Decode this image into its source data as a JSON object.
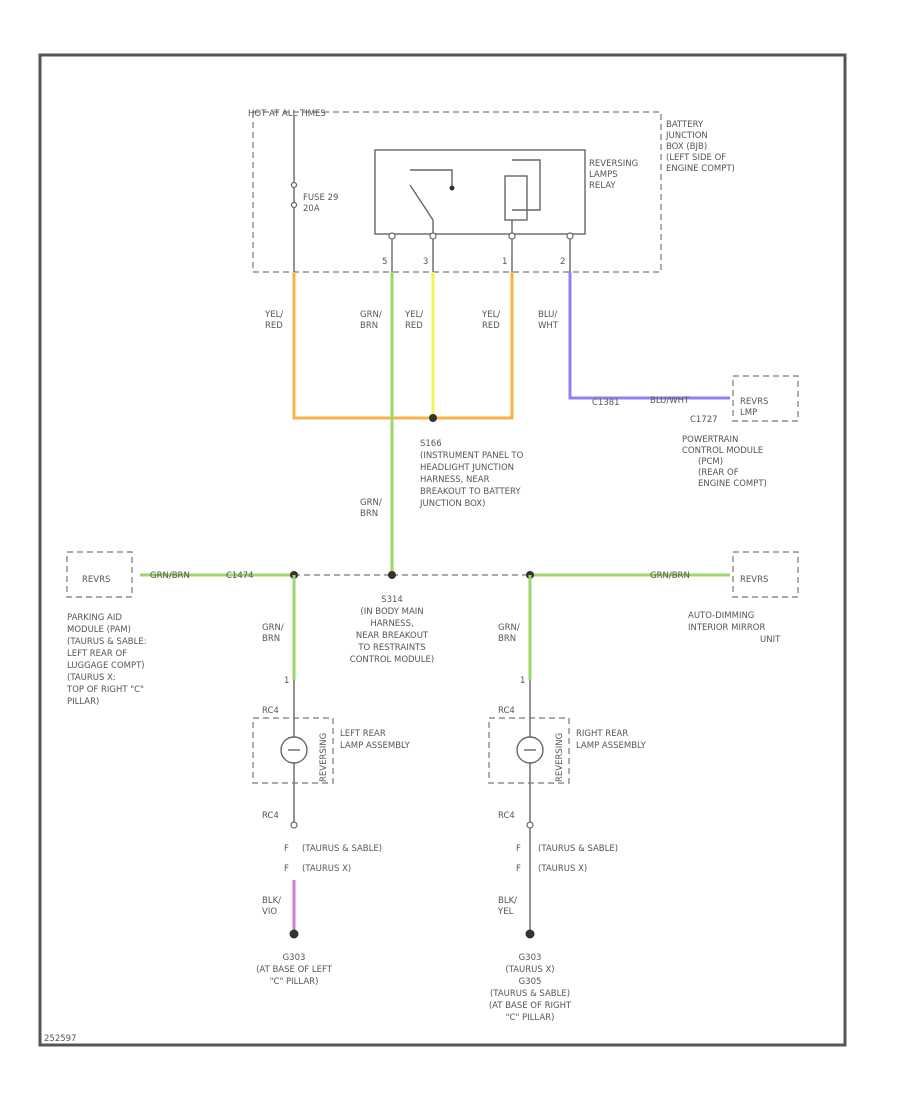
{
  "labels": {
    "hot_at_all_times": "HOT AT ALL TIMES",
    "fuse": [
      "FUSE 29",
      "20A"
    ],
    "battery_jb": [
      "BATTERY",
      "JUNCTION",
      "BOX (BJB)",
      "(LEFT SIDE OF",
      "ENGINE COMPT)"
    ],
    "relay": [
      "REVERSING",
      "LAMPS",
      "RELAY"
    ],
    "relay_pins": [
      "5",
      "3",
      "1",
      "2"
    ],
    "wire_yel_red_left": [
      "YEL/",
      "RED"
    ],
    "wire_grn_brn_top": [
      "GRN/",
      "BRN"
    ],
    "wire_yel_red_mid": [
      "YEL/",
      "RED"
    ],
    "wire_yel_red_right": [
      "YEL/",
      "RED"
    ],
    "wire_blu_wht": [
      "BLU/",
      "WHT"
    ],
    "pcm_conn_left": "C1381",
    "pcm_conn_right": "BLU/WHT",
    "pcm_pin": "C1727",
    "pcm_box": [
      "REVRS",
      "LMP"
    ],
    "pcm_desc": [
      "POWERTRAIN",
      "CONTROL MODULE",
      "(PCM)",
      "(REAR OF",
      "ENGINE COMPT)"
    ],
    "splice_s": [
      "S166",
      "(INSTRUMENT PANEL TO",
      "HEADLIGHT JUNCTION",
      "HARNESS, NEAR",
      "BREAKOUT TO BATTERY",
      "JUNCTION BOX)"
    ],
    "wire_grn_brn_vert": [
      "GRN/",
      "BRN"
    ],
    "pam_box": "REVRS",
    "pam_wire": [
      "GRN/BRN",
      "C1474"
    ],
    "pam_desc": [
      "PARKING AID",
      "MODULE (PAM)",
      "(TAURUS & SABLE:",
      "LEFT REAR OF",
      "LUGGAGE COMPT)",
      "(TAURUS X:",
      "TOP OF RIGHT \"C\"",
      "PILLAR)"
    ],
    "splice_center": [
      "S314",
      "(IN BODY MAIN",
      "HARNESS,",
      "NEAR BREAKOUT",
      "TO RESTRAINTS",
      "CONTROL MODULE)"
    ],
    "aem_box": "REVRS",
    "aem_wire": "GRN/BRN",
    "aem_desc": [
      "AUTO-DIMMING",
      "INTERIOR MIRROR",
      "UNIT"
    ],
    "left_drop_wire": [
      "GRN/",
      "BRN"
    ],
    "right_drop_wire": [
      "GRN/",
      "BRN"
    ],
    "left_top_pin": "1",
    "right_top_pin": "1",
    "left_lamp_conn_top": "RC4",
    "right_lamp_conn_top": "RC4",
    "left_lamp": [
      "LEFT REAR",
      "LAMP ASSEMBLY"
    ],
    "right_lamp": [
      "RIGHT REAR",
      "LAMP ASSEMBLY"
    ],
    "left_lamp_side": "REVERSING",
    "right_lamp_side": "REVERSING",
    "left_lamp_conn_bot": "RC4",
    "right_lamp_conn_bot": "RC4",
    "left_variant_a": "(TAURUS & SABLE)",
    "left_variant_b": "(TAURUS X)",
    "right_variant_a": "(TAURUS & SABLE)",
    "right_variant_b": "(TAURUS X)",
    "variant_pin": "F",
    "left_bottom_wire": [
      "BLK/",
      "VIO"
    ],
    "right_bottom_wire": [
      "BLK/",
      "YEL"
    ],
    "left_ground": [
      "G303",
      "(AT BASE OF LEFT",
      "\"C\" PILLAR)"
    ],
    "right_ground": [
      "G303",
      "(TAURUS X)",
      "G305",
      "(TAURUS & SABLE)",
      "(AT BASE OF RIGHT",
      "\"C\" PILLAR)"
    ],
    "figure_id": "252597"
  },
  "colors": {
    "yel_red": "#f7b24a",
    "yel": "#f2f25a",
    "grn_brn": "#9bd86b",
    "blu_wht": "#8c82f0",
    "blk_vio": "#d37ad8",
    "blk_yel": "#9ad6c4"
  }
}
